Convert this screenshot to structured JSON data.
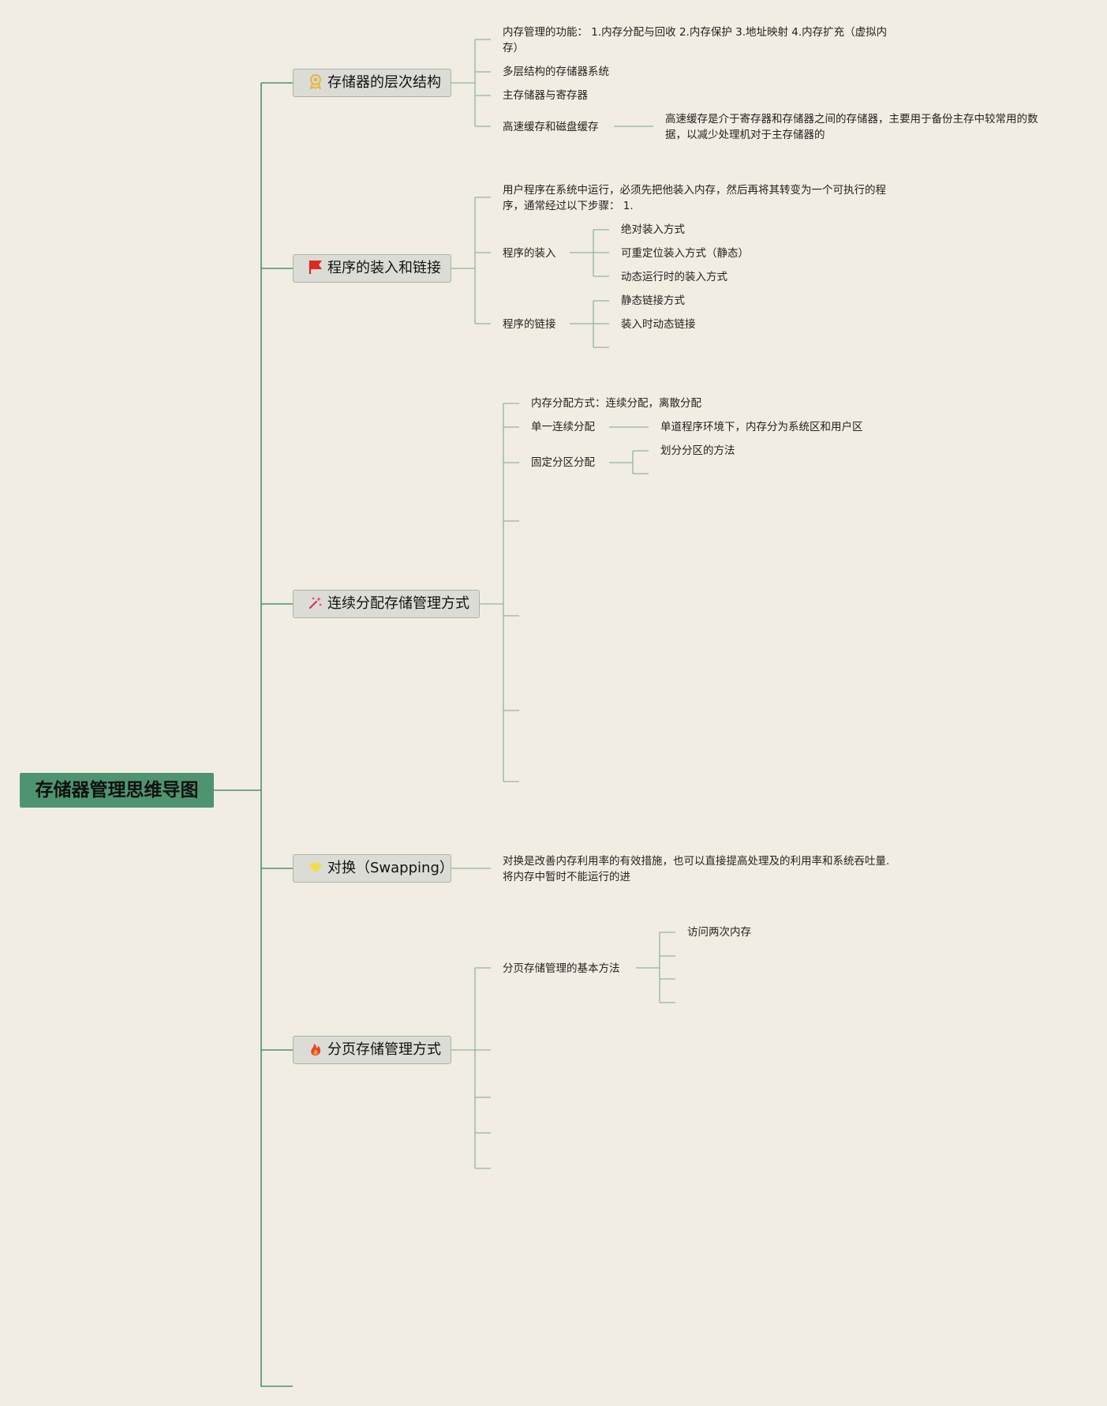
{
  "root": {
    "label": "存储器管理思维导图"
  },
  "branches": {
    "b1": {
      "label": "存储器的层次结构",
      "icon": "badge-icon",
      "children": [
        "内存管理的功能： 1.内存分配与回收 2.内存保护 3.地址映射 4.内存扩充（虚拟内存）",
        "多层结构的存储器系统",
        "主存储器与寄存器",
        "高速缓存和磁盘缓存"
      ],
      "cache_note": "高速缓存是介于寄存器和存储器之间的存储器，主要用于备份主存中较常用的数据，以减少处理机对于主存储器的"
    },
    "b2": {
      "label": "程序的装入和链接",
      "icon": "flag-icon",
      "intro": "用户程序在系统中运行，必须先把他装入内存，然后再将其转变为一个可执行的程序，通常经过以下步骤： 1.",
      "load": {
        "label": "程序的装入",
        "children": [
          "绝对装入方式",
          "可重定位装入方式（静态）",
          "动态运行时的装入方式"
        ]
      },
      "link": {
        "label": "程序的链接",
        "children": [
          "静态链接方式",
          "装入时动态链接"
        ]
      }
    },
    "b3": {
      "label": "连续分配存储管理方式",
      "icon": "sparkle-icon",
      "children": [
        "内存分配方式：连续分配，离散分配",
        "单一连续分配",
        "固定分区分配"
      ],
      "single_note": "单道程序环境下，内存分为系统区和用户区",
      "fixed_child": "划分分区的方法"
    },
    "b4": {
      "label": "对换（Swapping）",
      "icon": "heart-icon",
      "note": "对换是改善内存利用率的有效措施，也可以直接提高处理及的利用率和系统吞吐量. 将内存中暂时不能运行的进"
    },
    "b5": {
      "label": "分页存储管理方式",
      "icon": "fire-icon",
      "basic": {
        "label": "分页存储管理的基本方法",
        "child": "访问两次内存"
      }
    }
  },
  "colors": {
    "background": "#f1ede2",
    "root_fill": "#4e9470",
    "line": "#4f8e7c",
    "branch_fill": "#dcdcd7",
    "branch_border": "#a8b4ae"
  }
}
